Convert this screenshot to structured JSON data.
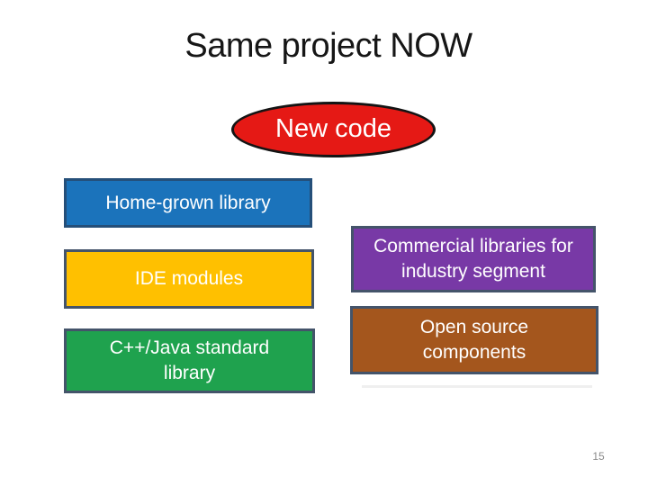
{
  "slide": {
    "title": "Same project NOW",
    "page_number": "15",
    "bubble": {
      "label": "New code",
      "fill": "#E51915",
      "border_color": "#141414",
      "text_color": "#FFFFFF"
    },
    "boxes": [
      {
        "label": "Home-grown library",
        "fill": "#1B73BB",
        "border_color": "#254F79",
        "text_color": "#FFFFFF"
      },
      {
        "label": "IDE modules",
        "fill": "#FFC000",
        "border_color": "#44546A",
        "text_color": "#FFFFFF"
      },
      {
        "label": "C++/Java standard library",
        "fill": "#1FA24E",
        "border_color": "#44546A",
        "text_color": "#FFFFFF"
      },
      {
        "label": "Commercial libraries for industry segment",
        "fill": "#7839A6",
        "border_color": "#44546A",
        "text_color": "#FFFFFF"
      },
      {
        "label": "Open source components",
        "fill": "#A4561D",
        "border_color": "#44546A",
        "text_color": "#FFFFFF"
      }
    ]
  }
}
